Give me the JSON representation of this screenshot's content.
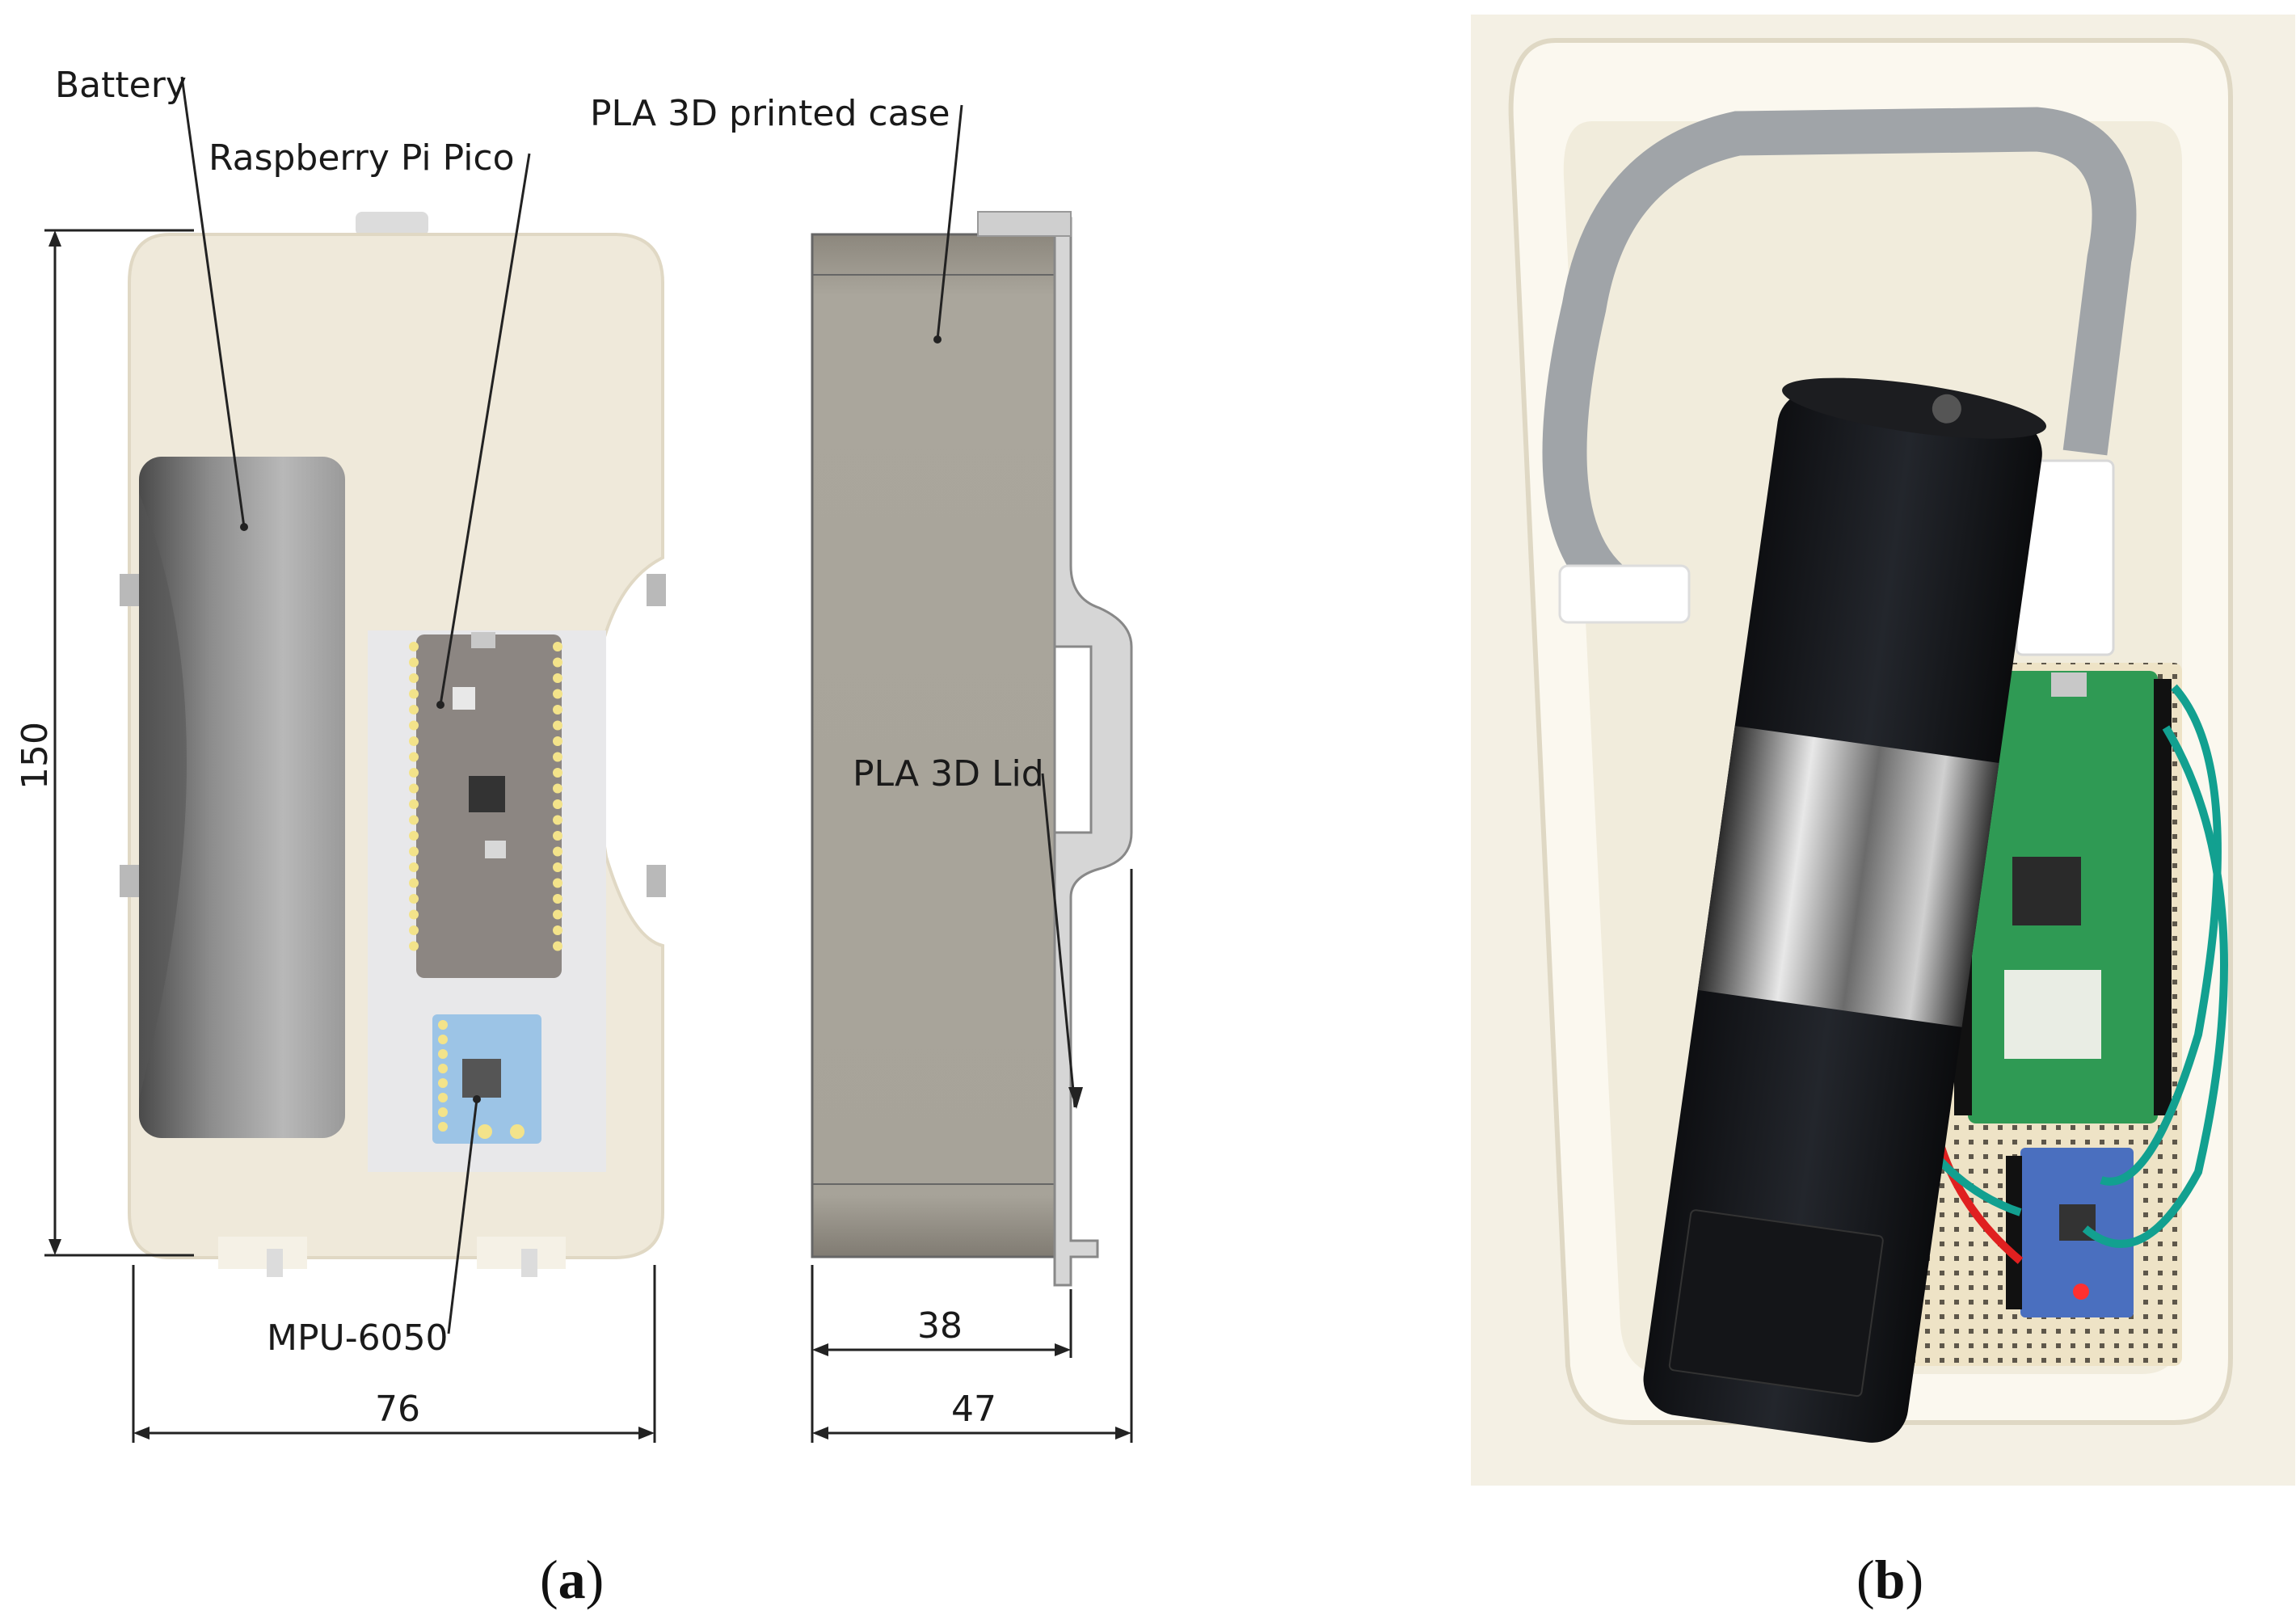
{
  "panel_a": {
    "labels": {
      "battery": "Battery",
      "pico": "Raspberry Pi Pico",
      "case": "PLA 3D printed case",
      "lid": "PLA 3D Lid",
      "mpu": "MPU-6050"
    },
    "dimensions": {
      "height": "150",
      "width": "76",
      "case_depth": "38",
      "total_depth": "47"
    },
    "caption_letter": "a"
  },
  "panel_b": {
    "caption_letter": "b"
  },
  "colors": {
    "case_fill": "#efe9da",
    "battery_gray": "#8f8f8f",
    "pico_gray": "#8c8682",
    "side_gray": "#a8a49a",
    "mpu_blue": "#9cc4e6",
    "pico_green": "#2f9a54",
    "breadboard": "#efe4c8",
    "ribbon": "#a0a4a8"
  }
}
